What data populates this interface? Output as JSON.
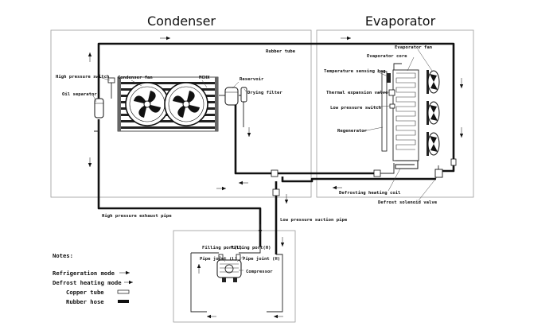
{
  "titles": {
    "condenser": "Condenser",
    "evaporator": "Evaporator"
  },
  "labels": {
    "rubber_tube": "Rubber tube",
    "high_pressure_switch": "High pressure switch",
    "oil_separator": "Oil separator",
    "condenser_fan": "Condenser fan",
    "mchx": "MCHX",
    "reservoir": "Reservoir",
    "drying_filter": "Drying filter",
    "evaporator_fan": "Evaporator fan",
    "evaporator_core": "Evaporator core",
    "temperature_sensing_bag": "Temperature sensing bag",
    "thermal_expansion_valve": "Thermal expansion valve",
    "low_pressure_switch": "Low pressure switch",
    "regenerator": "Regenerator",
    "defrosting_heating_coil": "Defrosting heating coil",
    "defrost_solenoid_valve": "Defrost solenoid valve",
    "high_pressure_exhaust_pipe": "High pressure exhaust pipe",
    "low_pressure_suction_pipe": "Low pressure suction pipe",
    "filling_port_l": "Filling port(L)",
    "filling_port_h": "Filling port(H)",
    "pipe_joint_l": "Pipe joint (L)",
    "pipe_joint_h": "Pipe joint (H)",
    "compressor": "Compressor"
  },
  "notes": {
    "heading": "Notes:",
    "refrigeration_mode": "Refrigeration mode",
    "defrost_heating_mode": "Defrost heating mode",
    "copper_tube": "Copper tube",
    "rubber_hose": "Rubber hose"
  }
}
